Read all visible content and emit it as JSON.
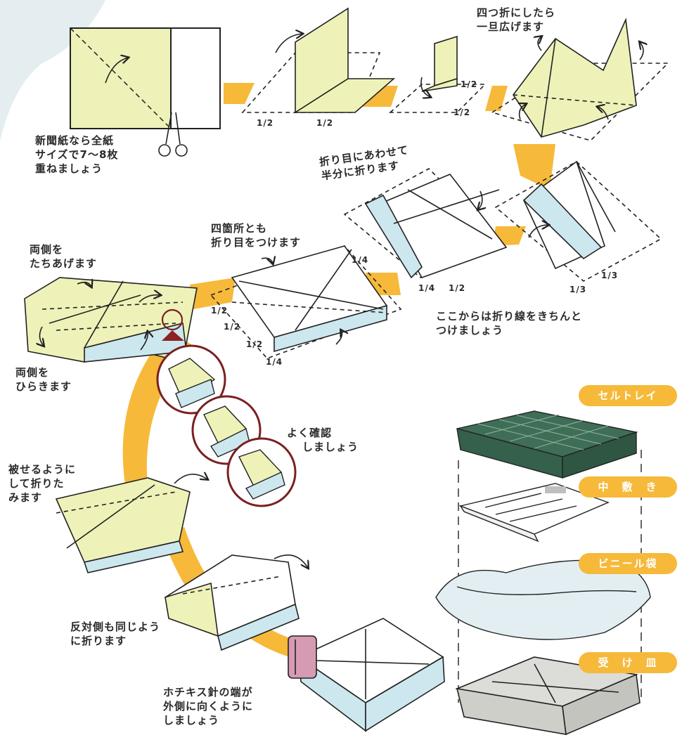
{
  "colors": {
    "paper": "#eef2b8",
    "arc": "#f6b93a",
    "fold_blue": "#cde7ef",
    "tray": "#3f6e57",
    "dish": "#d6d6d2",
    "tag_bg": "#f6b93a",
    "magnifier_ring": "#7a2020",
    "stapler": "#d79ab3"
  },
  "notes": {
    "newspaper_line1": "新聞紙なら全紙",
    "newspaper_line2": "サイズで7〜8枚",
    "newspaper_line3": "重ねましょう",
    "quarter_fold_line1": "四つ折にしたら",
    "quarter_fold_line2": "一旦広げます",
    "half_fold_line1": "折り目にあわせて",
    "half_fold_line2": "半分に折ります",
    "four_places_line1": "四箇所とも",
    "four_places_line2": "折り目をつけます",
    "stand_both_line1": "両側を",
    "stand_both_line2": "たちあげます",
    "crease_firm_line1": "ここからは折り線をきちんと",
    "crease_firm_line2": "つけましょう",
    "open_both_line1": "両側を",
    "open_both_line2": "ひらきます",
    "check_line1": "よく確認",
    "check_line2": "しましょう",
    "cover_fold_line1": "被せるように",
    "cover_fold_line2": "して折りた",
    "cover_fold_line3": "みます",
    "opposite_line1": "反対側も同じよう",
    "opposite_line2": "に折ります",
    "staple_line1": "ホチキス針の端が",
    "staple_line2": "外側に向くように",
    "staple_line3": "しましょう"
  },
  "fractions": {
    "half": "1/2",
    "quarter": "1/4",
    "third": "1/3"
  },
  "tags": {
    "cell_tray": "セルトレイ",
    "inner_sheet": "中　敷　き",
    "vinyl_bag": "ビニール袋",
    "saucer": "受　け　皿"
  }
}
